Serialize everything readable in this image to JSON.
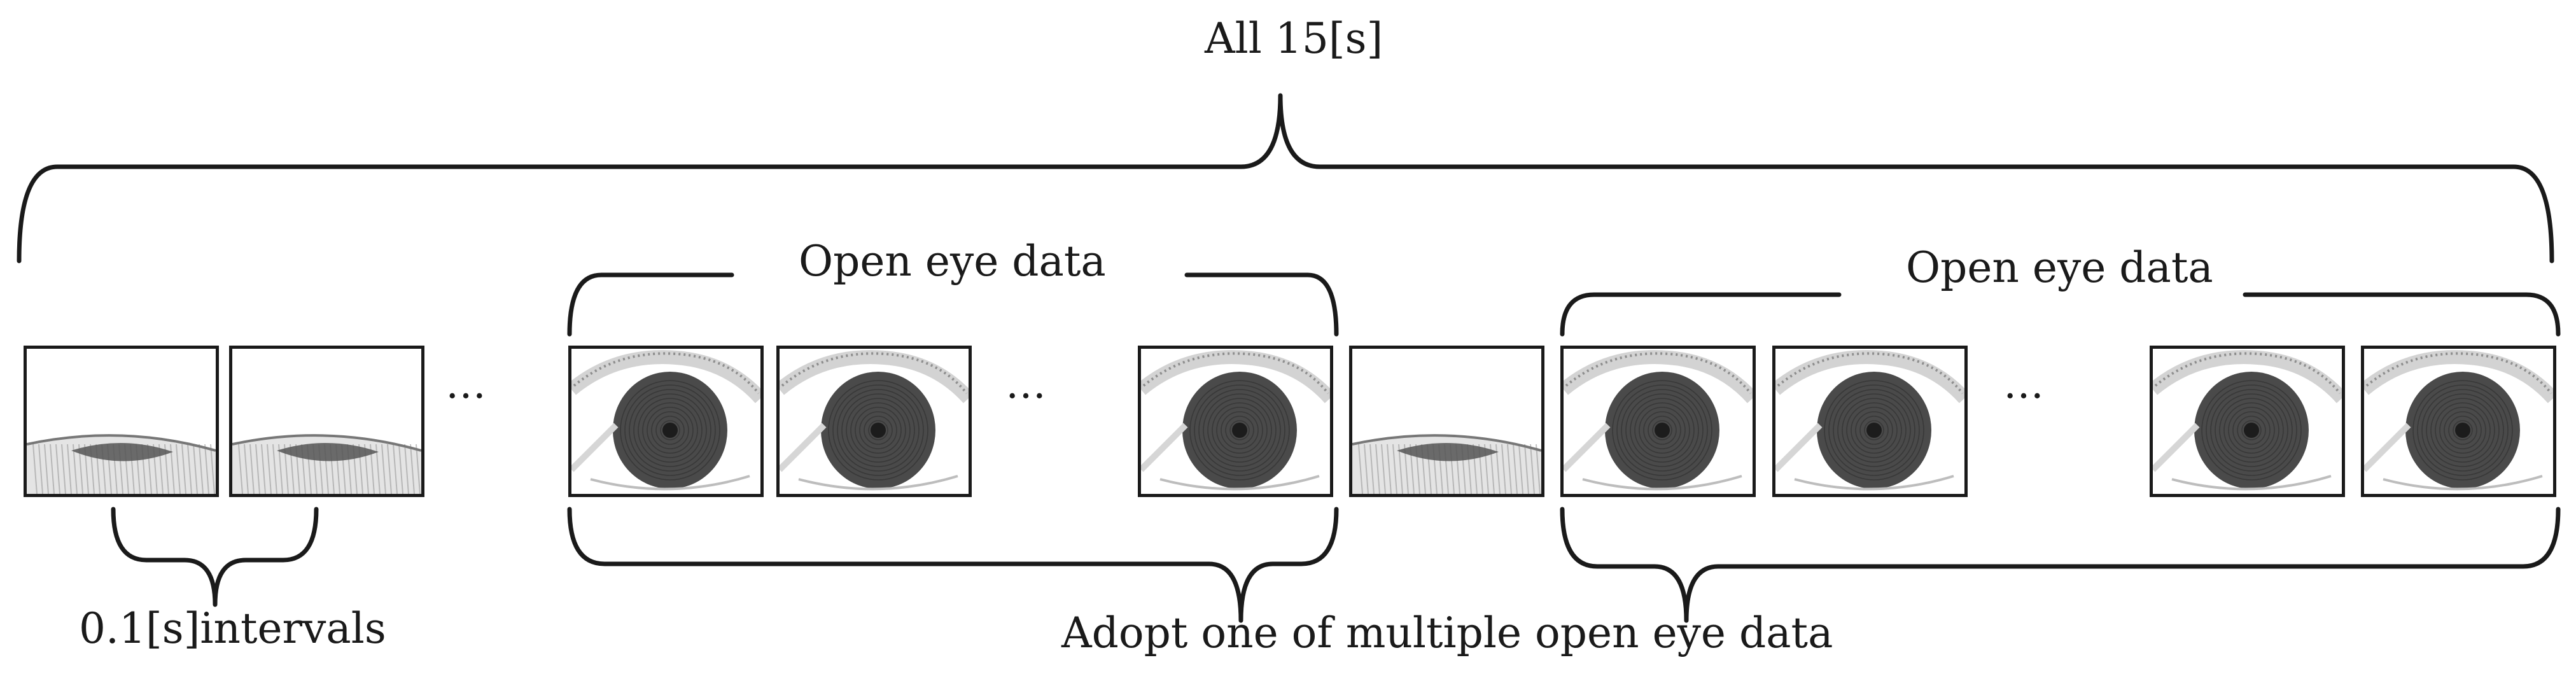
{
  "labels": {
    "total": "All 15[s]",
    "open_eye_1": "Open eye data",
    "open_eye_2": "Open eye data",
    "interval": "0.1[s]intervals",
    "adopt": "Adopt one of multiple open eye data"
  },
  "ellipsis": "…",
  "frames": [
    {
      "state": "closed"
    },
    {
      "state": "closed"
    },
    {
      "state": "open"
    },
    {
      "state": "open"
    },
    {
      "state": "open"
    },
    {
      "state": "closed"
    },
    {
      "state": "open"
    },
    {
      "state": "open"
    },
    {
      "state": "open"
    },
    {
      "state": "open"
    }
  ],
  "colors": {
    "stroke": "#1a1a1a",
    "iris": "#4a4a4a",
    "pupil": "#1c1c1c",
    "lid": "#c8c8c8"
  }
}
